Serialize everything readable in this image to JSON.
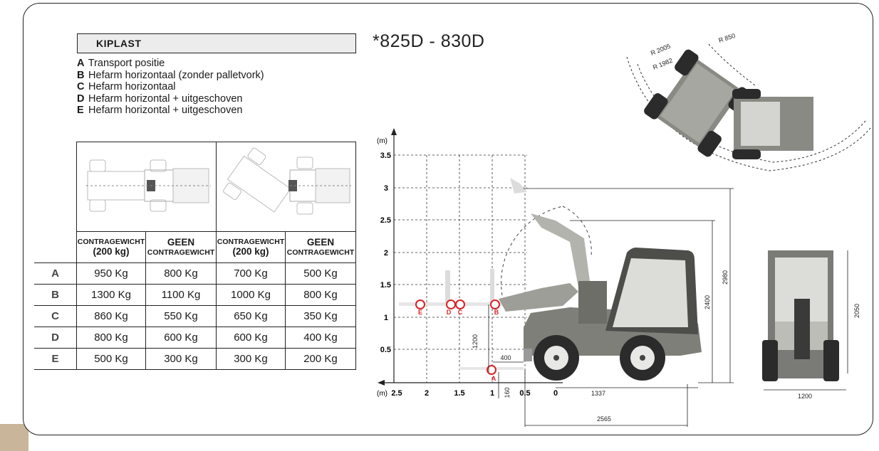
{
  "header": {
    "title": "KIPLAST"
  },
  "legend": [
    {
      "key": "A",
      "text": "Transport positie"
    },
    {
      "key": "B",
      "text": "Hefarm horizontaal (zonder palletvork)"
    },
    {
      "key": "C",
      "text": "Hefarm horizontaal"
    },
    {
      "key": "D",
      "text": "Hefarm horizontal + uitgeschoven"
    },
    {
      "key": "E",
      "text": "Hefarm horizontal + uitgeschoven"
    }
  ],
  "model": "*825D - 830D",
  "table": {
    "headers": [
      {
        "top": "CONTRAGEWICHT",
        "bottom": "(200 kg)"
      },
      {
        "top": "GEEN",
        "bottom": "CONTRAGEWICHT"
      },
      {
        "top": "CONTRAGEWICHT",
        "bottom": "(200 kg)"
      },
      {
        "top": "GEEN",
        "bottom": "CONTRAGEWICHT"
      }
    ],
    "rows": [
      {
        "label": "A",
        "values": [
          "950 Kg",
          "800 Kg",
          "700 Kg",
          "500 Kg"
        ]
      },
      {
        "label": "B",
        "values": [
          "1300 Kg",
          "1100 Kg",
          "1000 Kg",
          "800 Kg"
        ]
      },
      {
        "label": "C",
        "values": [
          "860 Kg",
          "550 Kg",
          "650 Kg",
          "350 Kg"
        ]
      },
      {
        "label": "D",
        "values": [
          "800 Kg",
          "600 Kg",
          "600 Kg",
          "400 Kg"
        ]
      },
      {
        "label": "E",
        "values": [
          "500 Kg",
          "300 Kg",
          "300 Kg",
          "200 Kg"
        ]
      }
    ]
  },
  "diagram": {
    "y_unit": "(m)",
    "x_unit": "(m)",
    "y_ticks": [
      "0.5",
      "1",
      "1.5",
      "2",
      "2.5",
      "3",
      "3.5"
    ],
    "x_ticks": [
      "2.5",
      "2",
      "1.5",
      "1",
      "0.5",
      "0"
    ],
    "markers": [
      "E",
      "D",
      "C",
      "B",
      "A"
    ],
    "dims": {
      "d1200_v": "1200",
      "d400": "400",
      "d160": "160",
      "d1337": "1337",
      "d2565": "2565",
      "d2400": "2400",
      "d2980": "2980",
      "d2050": "2050",
      "d1200_h": "1200",
      "r2005": "R 2005",
      "r1982": "R 1982",
      "r850": "R 850"
    }
  },
  "colors": {
    "marker": "#d8232a",
    "machine": "#8a8a85",
    "tire": "#2b2b2b",
    "light": "#d4d4d0"
  }
}
